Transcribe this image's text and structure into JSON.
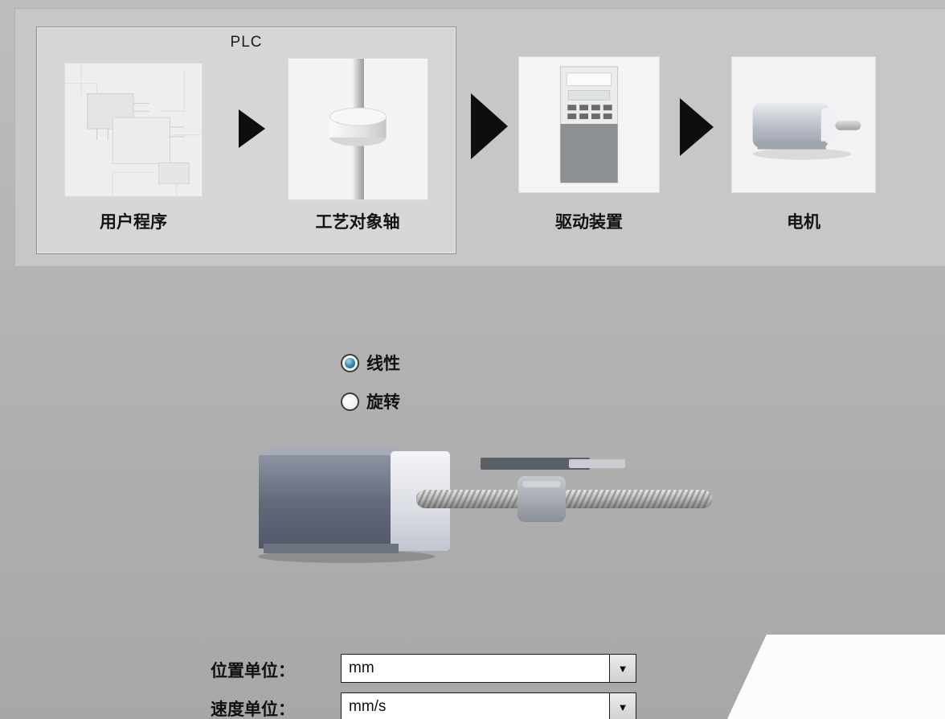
{
  "flow_diagram": {
    "plc_label": "PLC",
    "items": [
      {
        "label": "用户程序"
      },
      {
        "label": "工艺对象轴"
      },
      {
        "label": "驱动装置"
      },
      {
        "label": "电机"
      }
    ]
  },
  "axis_type": {
    "options": [
      {
        "label": "线性",
        "selected": true
      },
      {
        "label": "旋转",
        "selected": false
      }
    ]
  },
  "units_form": {
    "position": {
      "label": "位置单位：",
      "value": "mm"
    },
    "velocity": {
      "label": "速度单位：",
      "value": "mm/s"
    },
    "dropdown_arrow": "▼"
  },
  "colors": {
    "radio_selected": "#2f85ad",
    "arrow": "#0e0e0e",
    "panel_bg": "#c7c7c7",
    "plc_box_bg": "#d6d6d6"
  }
}
